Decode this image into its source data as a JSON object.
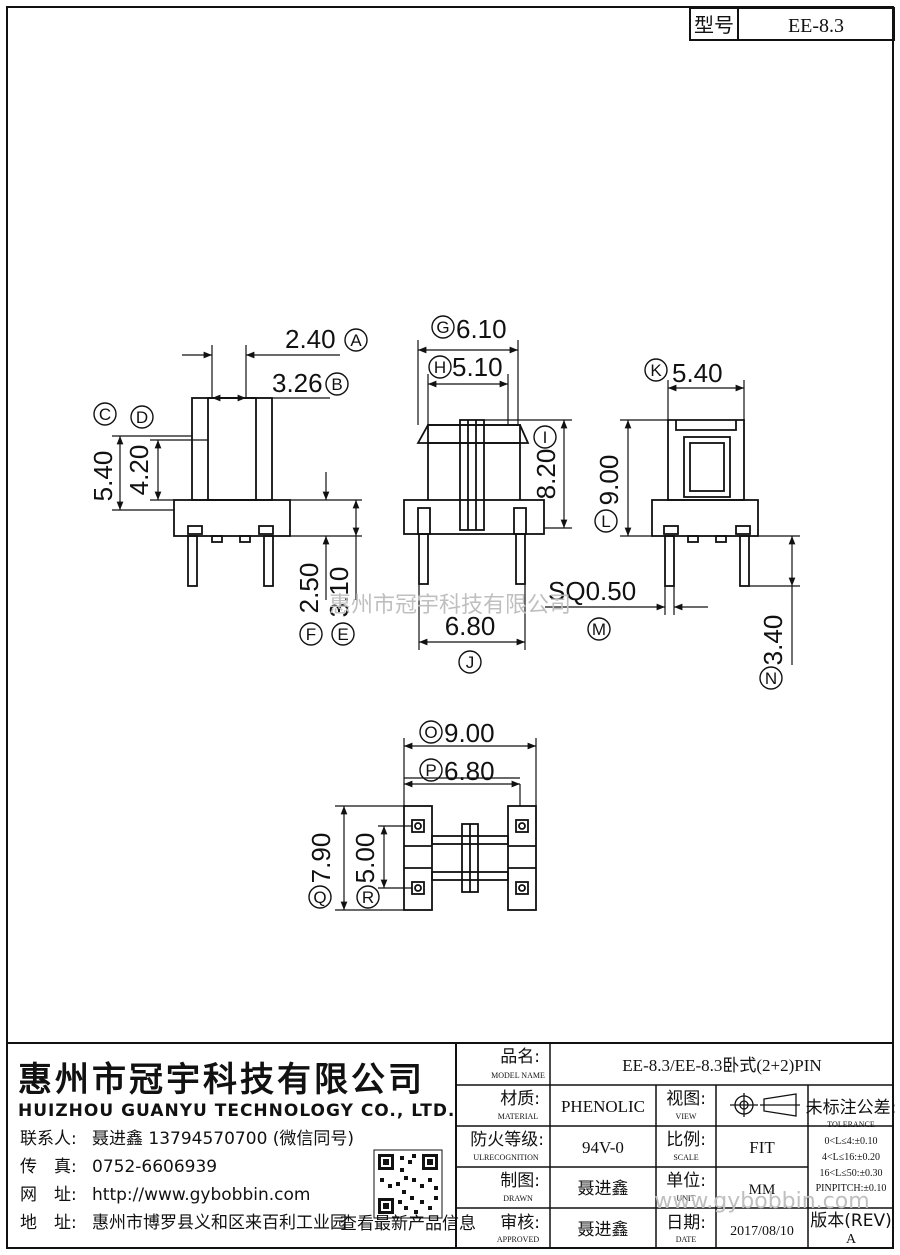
{
  "header": {
    "model_label": "型号",
    "model_value": "EE-8.3"
  },
  "dimensions": {
    "A": "2.40",
    "B": "3.26",
    "C": "5.40",
    "D": "4.20",
    "E": "3.10",
    "F": "2.50",
    "G": "6.10",
    "H": "5.10",
    "I": "8.20",
    "J": "6.80",
    "K": "5.40",
    "L": "9.00",
    "M": "SQ0.50",
    "N": "3.40",
    "O": "9.00",
    "P": "6.80",
    "Q": "7.90",
    "R": "5.00"
  },
  "watermark": "惠州市冠宇科技有限公司",
  "company": {
    "name_cn": "惠州市冠宇科技有限公司",
    "name_en": "HUIZHOU GUANYU TECHNOLOGY CO., LTD.",
    "contact_label": "联系人:",
    "contact_value": "聂进鑫 13794570700 (微信同号)",
    "fax_label": "传　真:",
    "fax_value": "0752-6606939",
    "web_label": "网　址:",
    "web_value": "http://www.gybobbin.com",
    "addr_label": "地　址:",
    "addr_value": "惠州市博罗县义和区来百利工业园",
    "qr_caption": "查看最新产品信息"
  },
  "title_block": {
    "product_name_label": "品名:",
    "product_name_sub": "MODEL NAME",
    "product_name_value": "EE-8.3/EE-8.3卧式(2+2)PIN",
    "material_label": "材质:",
    "material_sub": "MATERIAL",
    "material_value": "PHENOLIC",
    "view_label": "视图:",
    "view_sub": "VIEW",
    "tolerance_label": "未标注公差:",
    "tolerance_sub": "TOLERANCE",
    "tolerance_lines": [
      "0<L≤4:±0.10",
      "4<L≤16:±0.20",
      "16<L≤50:±0.30",
      "PINPITCH:±0.10"
    ],
    "flame_label": "防火等级:",
    "flame_sub": "ULRECOGNITION",
    "flame_value": "94V-0",
    "scale_label": "比例:",
    "scale_sub": "SCALE",
    "scale_value": "FIT",
    "drawn_label": "制图:",
    "drawn_sub": "DRAWN",
    "drawn_value": "聂进鑫",
    "unit_label": "单位:",
    "unit_sub": "UNIT",
    "unit_value": "MM",
    "approved_label": "审核:",
    "approved_sub": "APPROVED",
    "approved_value": "聂进鑫",
    "date_label": "日期:",
    "date_sub": "DATE",
    "date_value": "2017/08/10",
    "rev_label": "版本(REV)",
    "rev_value": "A"
  },
  "footer_watermark": "www.gybobbin.com"
}
